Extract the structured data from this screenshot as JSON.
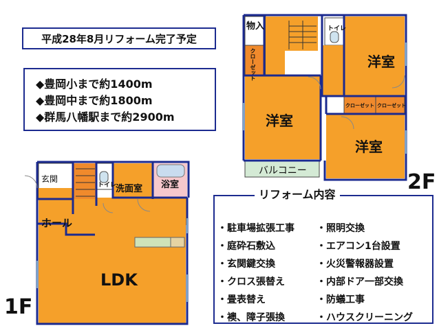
{
  "header": {
    "completion_note": "平成28年8月リフォーム完了予定"
  },
  "distances": [
    "◆豊岡小まで約1400m",
    "◆豊岡中まで約1800m",
    "◆群馬八幡駅まで約2900m"
  ],
  "floor2": {
    "tag": "2F",
    "rooms": {
      "storage": "物入",
      "closet_left": "クローゼット",
      "toilet": "トイレ",
      "western_left": "洋室",
      "western_top_right": "洋室",
      "western_bottom_right": "洋室",
      "closet_mid_a": "クローゼット",
      "closet_mid_b": "クローゼット",
      "balcony": "バルコニー"
    }
  },
  "floor1": {
    "tag": "1F",
    "rooms": {
      "entrance": "玄関",
      "toilet": "トイレ",
      "washroom": "洗面室",
      "bathroom": "浴室",
      "hall": "ホール",
      "ldk": "LDK"
    }
  },
  "reform": {
    "title": "リフォーム内容",
    "left_items": [
      "・駐車場拡張工事",
      "・庭砕石敷込",
      "・玄関鍵交換",
      "・クロス張替え",
      "・畳表替え",
      "・襖、障子張換"
    ],
    "right_items": [
      "・照明交換",
      "・エアコン1台設置",
      "・火災警報器設置",
      "・内部ドア一部交換",
      "・防蟻工事",
      "・ハウスクリーニング"
    ]
  },
  "colors": {
    "floor_orange": "#f5a02a",
    "wall_navy": "#1b2a8f",
    "bath_blue": "#c9dcef",
    "bath_pink": "#f6c8cc",
    "balcony_green": "#d4ead5",
    "closet_orange": "#f08a2c"
  }
}
